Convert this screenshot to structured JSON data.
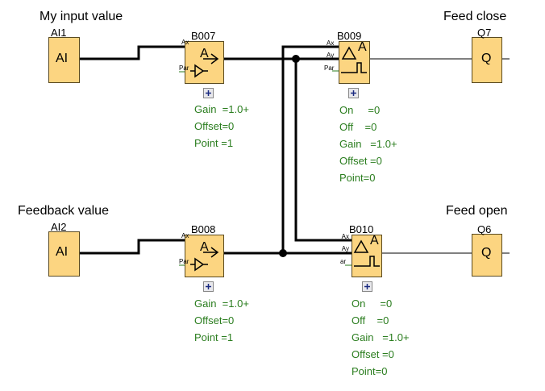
{
  "colors": {
    "block_fill": "#fcd581",
    "block_border": "#5a4a20",
    "param_text": "#2a7d1e",
    "wire": "#000000"
  },
  "titles": {
    "input1": "My input value",
    "input2": "Feedback value",
    "output1": "Feed close",
    "output2": "Feed open"
  },
  "blocks": {
    "ai1": {
      "id": "AI1",
      "symbol": "AI"
    },
    "ai2": {
      "id": "AI2",
      "symbol": "AI"
    },
    "b007": {
      "id": "B007",
      "pins": [
        "Ax",
        "Par"
      ],
      "params": [
        "Gain  =1.0+",
        "Offset=0",
        "Point =1"
      ]
    },
    "b008": {
      "id": "B008",
      "pins": [
        "Ax",
        "Par"
      ],
      "params": [
        "Gain  =1.0+",
        "Offset=0",
        "Point =1"
      ]
    },
    "b009": {
      "id": "B009",
      "pins": [
        "Ax",
        "Ay",
        "Par"
      ],
      "params": [
        "On     =0",
        "Off    =0",
        "Gain   =1.0+",
        "Offset =0",
        "Point=0"
      ]
    },
    "b010": {
      "id": "B010",
      "pins": [
        "Ax",
        "Ay",
        "ar"
      ],
      "params": [
        "On     =0",
        "Off    =0",
        "Gain   =1.0+",
        "Offset =0",
        "Point=0"
      ]
    },
    "q7": {
      "id": "Q7",
      "symbol": "Q"
    },
    "q6": {
      "id": "Q6",
      "symbol": "Q"
    }
  },
  "expand_icon": "plus-icon"
}
